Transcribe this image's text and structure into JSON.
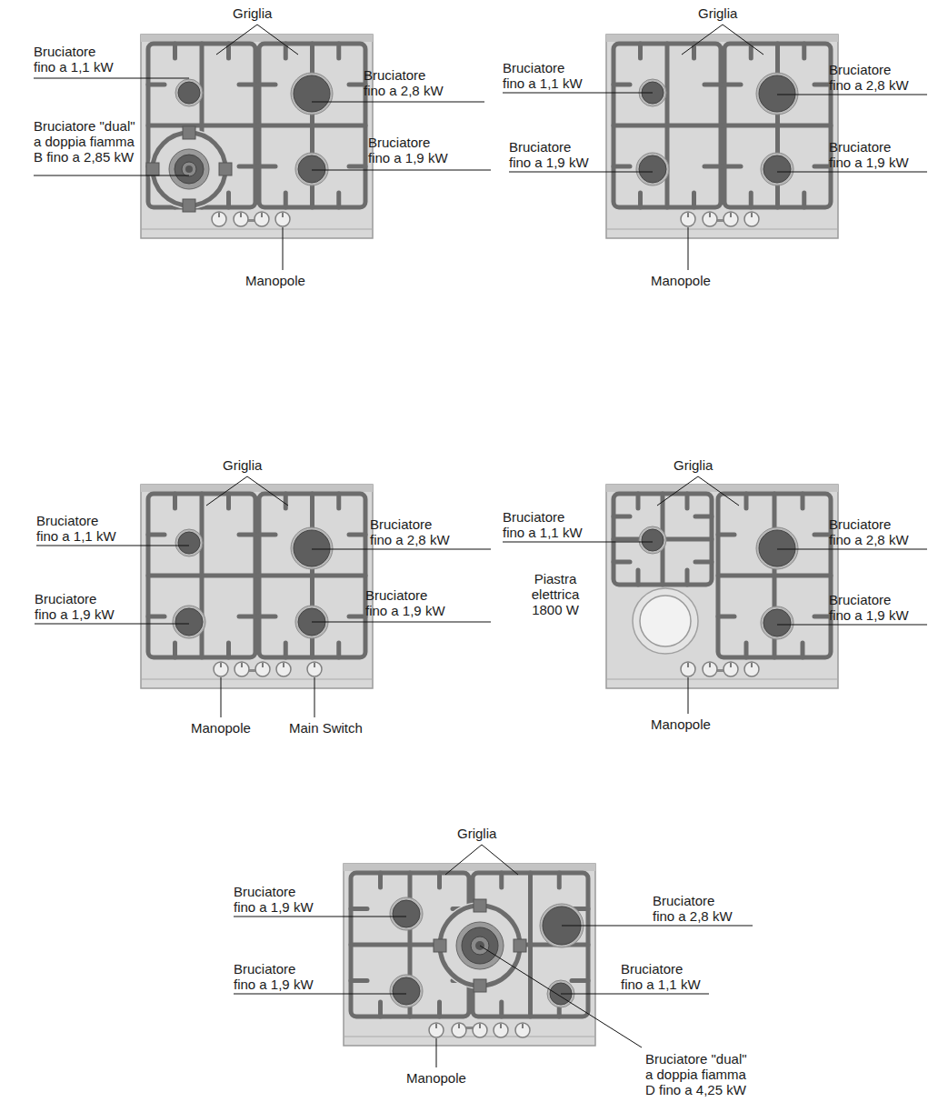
{
  "diagram": {
    "labels": [
      "Griglia",
      "Bruciatore fino a 1,1 kW",
      "Bruciatore fino a 2,8 kW",
      "Bruciatore \"dual\" a doppia fiamma B fino a 2,85 kW",
      "Bruciatore fino a 1,9 kW",
      "Manopole",
      "Griglia",
      "Bruciatore fino a 1,1 kW",
      "Bruciatore fino a 2,8 kW",
      "Bruciatore fino a 1,9 kW",
      "Bruciatore fino a 1,9 kW",
      "Manopole",
      "Griglia",
      "Bruciatore fino a 1,1 kW",
      "Bruciatore fino a 2,8 kW",
      "Bruciatore fino a 1,9 kW",
      "Bruciatore fino a 1,9 kW",
      "Manopole",
      "Main Switch",
      "Griglia",
      "Bruciatore fino a 1,1 kW",
      "Bruciatore fino a 2,8 kW",
      "Piastra elettrica 1800 W",
      "Bruciatore fino a 1,9 kW",
      "Manopole",
      "Griglia",
      "Bruciatore fino a 1,9 kW",
      "Bruciatore fino a 2,8 kW",
      "Bruciatore fino a 1,9 kW",
      "Bruciatore fino a 1,1 kW",
      "Bruciatore \"dual\" a doppia fiamma D fino a 4,25 kW",
      "Manopole"
    ]
  }
}
